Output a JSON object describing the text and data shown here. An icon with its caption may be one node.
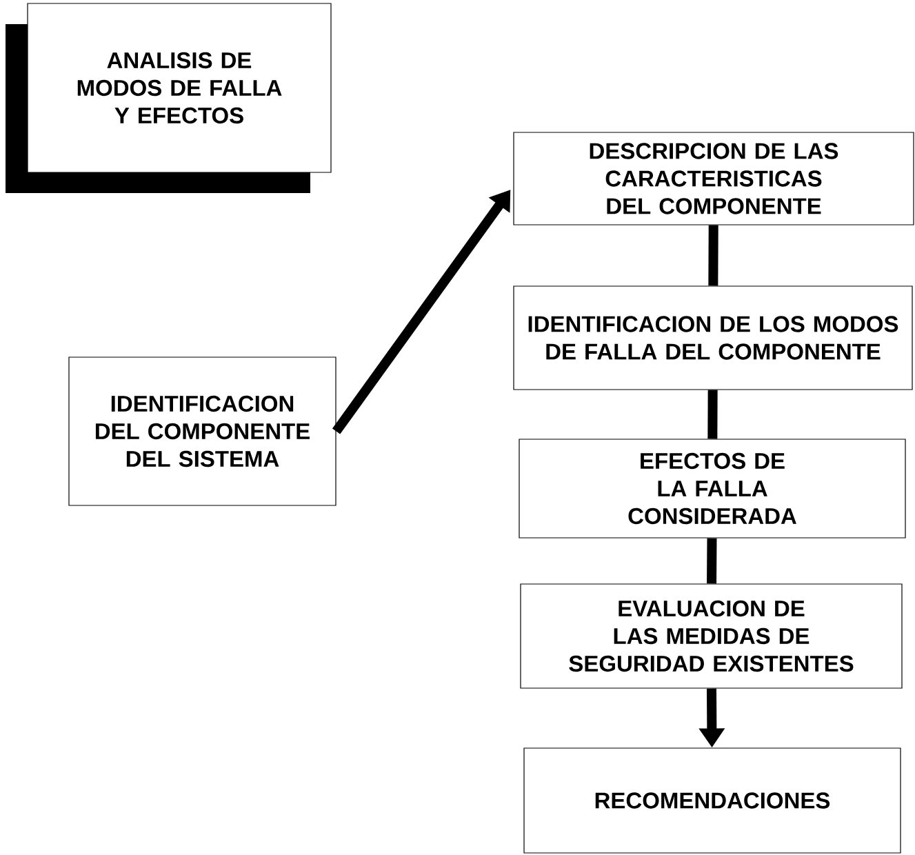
{
  "diagram": {
    "nodes": [
      {
        "text": [
          "ANALISIS DE MODOS DE FALLA Y EFECTOS"
        ]
      },
      {
        "text": [
          "IDENTIFICACION DEL COMPONENTE DEL SISTEMA"
        ]
      },
      {
        "text": [
          "DESCRIPCION DE LAS CARACTERISTICAS DEL COMPONENTE"
        ]
      },
      {
        "text": [
          "IDENTIFICACION DE LOS MODOS DE FALLA DEL COMPONENTE"
        ]
      },
      {
        "text": [
          "EFECTOS DE LA FALLA CONSIDERADA"
        ]
      },
      {
        "text": [
          "EVALUACION DE LAS MEDIDAS DE SEGURIDAD EXISTENTES"
        ]
      },
      {
        "text": [
          "RECOMENDACIONES"
        ]
      }
    ],
    "edges": [
      {
        "from": 1,
        "to": 2,
        "arrow": "to"
      },
      {
        "from": 2,
        "to": 3,
        "arrow": "none"
      },
      {
        "from": 3,
        "to": 4,
        "arrow": "none"
      },
      {
        "from": 4,
        "to": 5,
        "arrow": "none"
      },
      {
        "from": 5,
        "to": 6,
        "arrow": "to"
      }
    ]
  }
}
